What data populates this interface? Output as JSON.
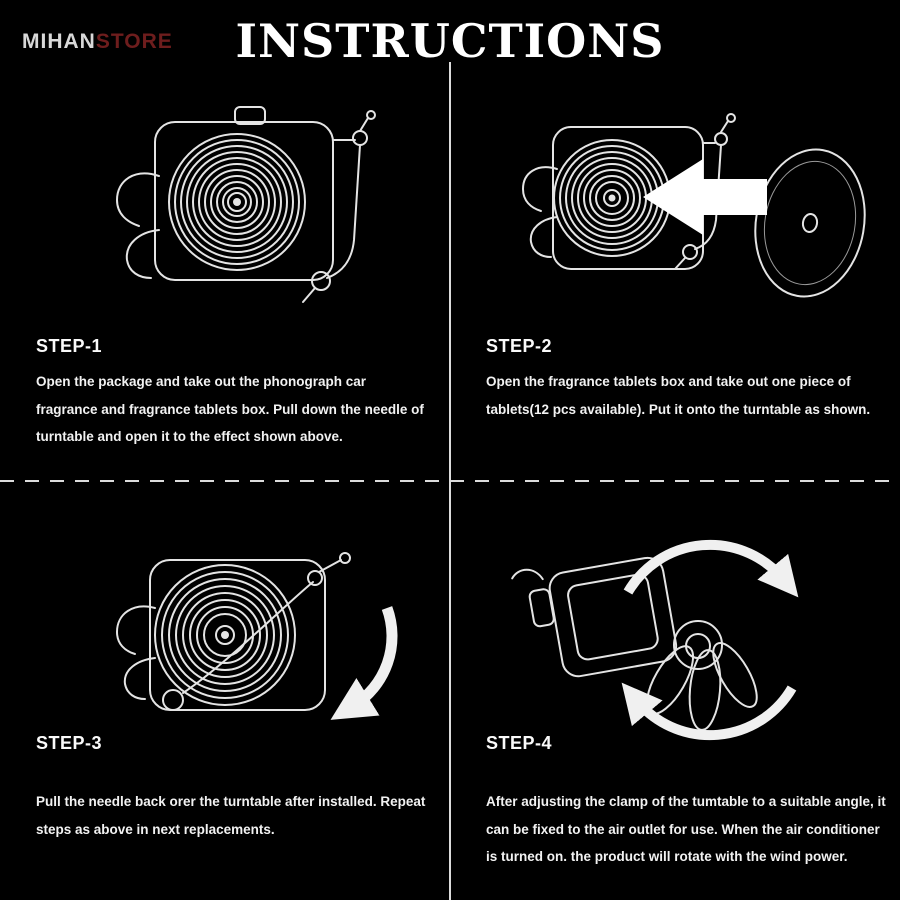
{
  "header": {
    "logo_primary": "MIHAN",
    "logo_secondary": "STORE",
    "title": "INSTRUCTIONS"
  },
  "steps": [
    {
      "label": "STEP-1",
      "text": "Open the package and take out the phonograph car fragrance and fragrance tablets box. Pull down the needle of turntable and open it to the effect shown above.",
      "illustration": "phonograph-vent-clip-needle-down"
    },
    {
      "label": "STEP-2",
      "text": "Open the fragrance tablets box and take out one piece of tablets(12 pcs available). Put it onto the turntable as shown.",
      "illustration": "fragrance-tablet-insert-arrow"
    },
    {
      "label": "STEP-3",
      "text": "Pull the needle back orer the turntable after installed. Repeat steps as above in next replacements.",
      "illustration": "needle-back-rotation-arrow"
    },
    {
      "label": "STEP-4",
      "text": "After adjusting the clamp of the tumtable to a suitable angle, it can be fixed to the air outlet for use. When the air conditioner is turned on. the product will rotate with the wind power.",
      "illustration": "vent-clamp-wind-rotation"
    }
  ],
  "colors": {
    "background": "#000000",
    "text": "#f2f2f2",
    "logo_primary": "#d8d8d8",
    "logo_secondary": "#6e1d1d",
    "divider": "#dcdcdc"
  }
}
